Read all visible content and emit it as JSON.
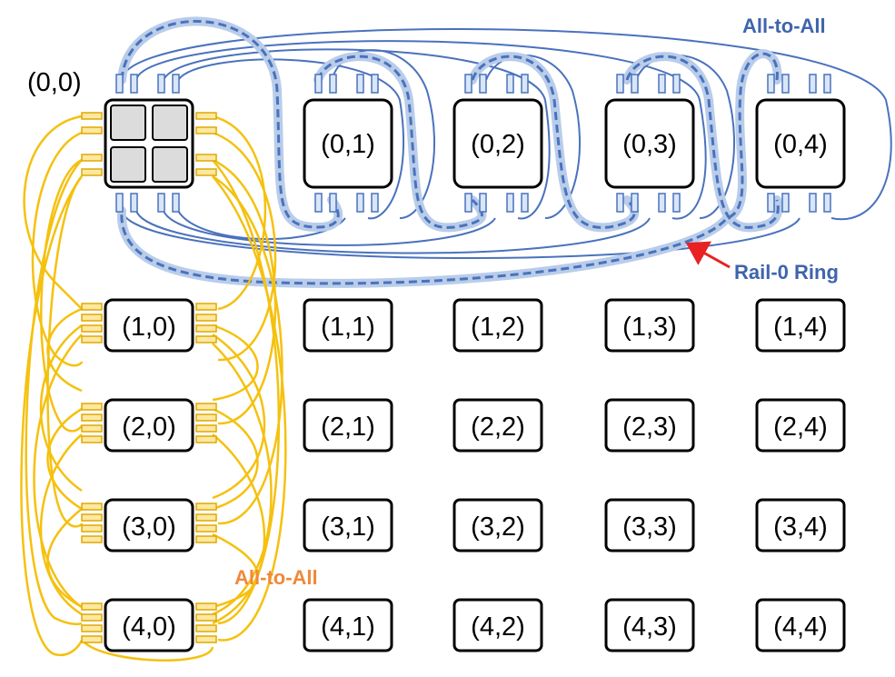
{
  "labels": {
    "top_all_to_all": "All-to-All",
    "rail_ring": "Rail-0 Ring",
    "left_all_to_all": "All-to-All"
  },
  "nodes": {
    "n00": "(0,0)",
    "n01": "(0,1)",
    "n02": "(0,2)",
    "n03": "(0,3)",
    "n04": "(0,4)",
    "n10": "(1,0)",
    "n11": "(1,1)",
    "n12": "(1,2)",
    "n13": "(1,3)",
    "n14": "(1,4)",
    "n20": "(2,0)",
    "n21": "(2,1)",
    "n22": "(2,2)",
    "n23": "(2,3)",
    "n24": "(2,4)",
    "n30": "(3,0)",
    "n31": "(3,1)",
    "n32": "(3,2)",
    "n33": "(3,3)",
    "n34": "(3,4)",
    "n40": "(4,0)",
    "n41": "(4,1)",
    "n42": "(4,2)",
    "n43": "(4,3)",
    "n44": "(4,4)"
  },
  "colors": {
    "row0_links": "#4a72bd",
    "ring_halo": "#b9cdea",
    "col0_links": "#f5c10f",
    "port_fill_blue": "#d9e6f7",
    "port_fill_orange": "#fce8a1",
    "arrow": "#e82222",
    "chip_fill": "#dcdcdc"
  }
}
